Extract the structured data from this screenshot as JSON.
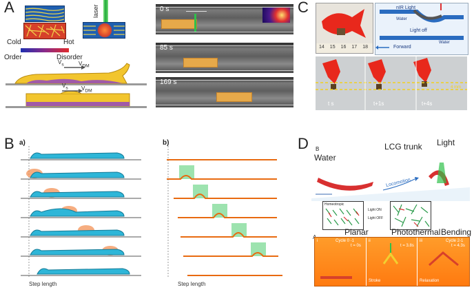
{
  "panels": {
    "a": {
      "label": "A",
      "cold": "Cold",
      "hot": "Hot",
      "order": "Order",
      "disorder": "Disorder",
      "laser": "laser",
      "vs": "V",
      "vs_sub": "s",
      "vdm": "V",
      "vdm_sub": "DM",
      "times": [
        "0 s",
        "85 s",
        "169 s"
      ]
    },
    "b": {
      "label": "B",
      "sub_a": "a)",
      "sub_b": "b)",
      "step_a": "Step length",
      "step_b": "Step length"
    },
    "c": {
      "label": "C",
      "nir": "nIR Light",
      "light_off": "Light off",
      "water1": "Water",
      "water2": "Water",
      "forward": "Forward",
      "mm": "4 mm",
      "times": [
        "t s",
        "t+1s",
        "t+4s"
      ],
      "ruler": [
        "14",
        "15",
        "16",
        "17",
        "18"
      ]
    },
    "d": {
      "label": "D",
      "b_label": "B",
      "water": "Water",
      "light": "Light",
      "lcg": "LCG trunk",
      "locomotion": "Locomotion",
      "homeotropic": "Homeotropic",
      "light_on": "Light ON",
      "light_off": "Light OFF",
      "planar": "Planar",
      "photothermal": "Photothermal",
      "bending": "Bending",
      "frames": [
        {
          "i": "i",
          "cycle": "Cycle 0 -1",
          "t": "t = 0s",
          "caption": ""
        },
        {
          "i": "ii",
          "cycle": "",
          "t": "t = 3.8s",
          "caption": "Stroke"
        },
        {
          "i": "iii",
          "cycle": "Cycle 2-1",
          "t": "t = 4.3s",
          "caption": "Relaxation"
        }
      ],
      "a_mark": "A"
    }
  }
}
